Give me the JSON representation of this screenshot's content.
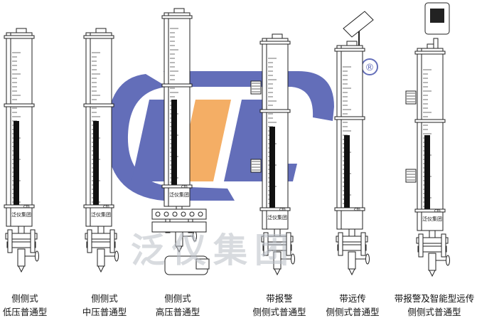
{
  "watermark": {
    "text": "泛仪集团",
    "color_blue": "#3d4aa8",
    "color_orange": "#f29a3f",
    "registered": "®"
  },
  "gauges": [
    {
      "id": "g1",
      "caption_lines": [
        "侧侧式",
        "低压普通型"
      ],
      "brand": "泛仪集团",
      "unit": "cm"
    },
    {
      "id": "g2",
      "caption_lines": [
        "侧侧式",
        "中压普通型"
      ],
      "brand": "泛仪集团",
      "unit": "cm"
    },
    {
      "id": "g3",
      "caption_lines": [
        "侧侧式",
        "高压普通型"
      ],
      "brand": "泛仪集团",
      "unit": "cm"
    },
    {
      "id": "g4",
      "caption_lines": [
        "带报警",
        "侧侧式普通型"
      ],
      "brand": "泛仪集团",
      "unit": "cm"
    },
    {
      "id": "g5",
      "caption_lines": [
        "带远传",
        "侧侧式普通型"
      ],
      "brand": "",
      "unit": "cm"
    },
    {
      "id": "g6",
      "caption_lines": [
        "带报警及智能型远传",
        "侧侧式普通型"
      ],
      "brand": "泛仪集团",
      "unit": "cm"
    }
  ]
}
